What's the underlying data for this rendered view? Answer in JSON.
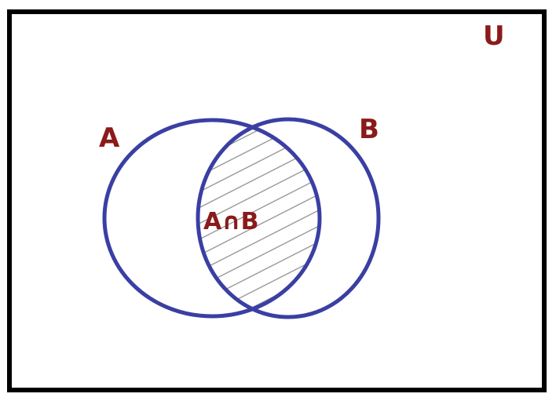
{
  "diagram": {
    "universe_label": "U",
    "set_a_label": "A",
    "set_b_label": "B",
    "intersection_label": "A∩B",
    "colors": {
      "border": "#000000",
      "circle": "#3a3fa3",
      "label": "#8b1a1a",
      "hatch": "#8c8c8c",
      "background": "#ffffff"
    },
    "hatched_region": "intersection"
  }
}
